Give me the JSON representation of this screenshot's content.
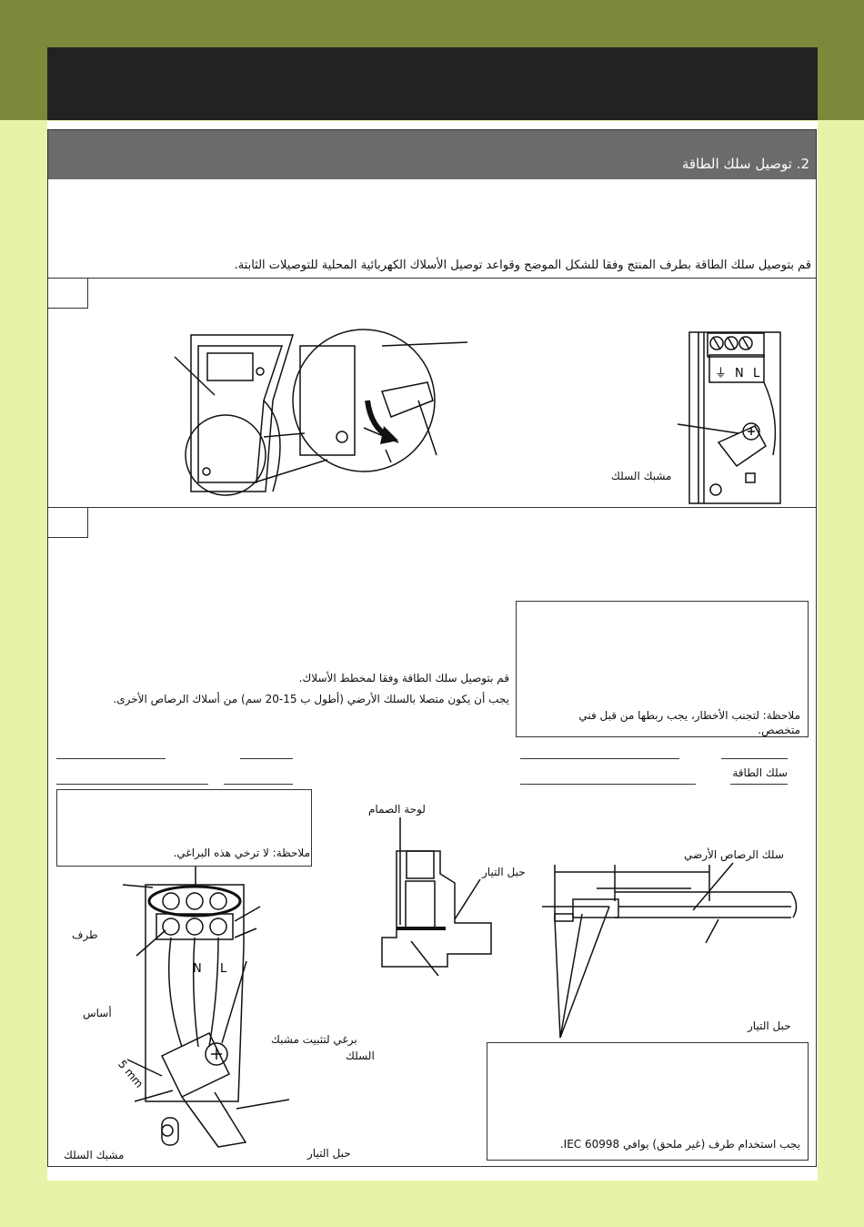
{
  "section": {
    "title": "2. توصيل سلك الطاقة"
  },
  "intro": "قم بتوصيل سلك الطاقة بطرف المنتج وفقا للشكل الموضح وقواعد توصيل الأسلاك الكهربائية المحلية للتوصيلات الثابتة.",
  "step1": {
    "terminal_letters": {
      "ground": "⏚",
      "n": "N",
      "l": "L"
    },
    "cord_clamp_label": "مشبك السلك"
  },
  "step2": {
    "instruction_line1": "قم بتوصيل سلك الطاقة وفقا لمخطط الأسلاك.",
    "instruction_line2": "يجب أن يكون متصلا بالسلك الأرضي (أطول ب 15-20 سم) من أسلاك الرصاص الأخرى.",
    "note_box": "ملاحظة: لتجنب الأخطار، يجب ربطها من قبل فني متخصص.",
    "power_cord_label": "سلك الطاقة"
  },
  "diagram_left": {
    "note": "ملاحظة: لا ترخي هذه البراغي.",
    "terminal_label": "طرف",
    "base_label": "أساس",
    "screw_label_line1": "برغي لتثبيت مشبك",
    "screw_label_line2": "السلك",
    "mm_label": "5 mm",
    "clamp_label": "مشبك السلك",
    "cord_label": "حبل التيار",
    "letters": {
      "n": "N",
      "l": "L"
    }
  },
  "diagram_middle": {
    "valve_plate_label": "لوحة الصمام",
    "cord_label": "حبل التيار"
  },
  "diagram_right": {
    "ground_wire_label": "سلك الرصاص الأرضي",
    "cord_label": "حبل التيار",
    "note": "يجب استخدام طرف (غير ملحق) يوافي IEC 60998."
  }
}
